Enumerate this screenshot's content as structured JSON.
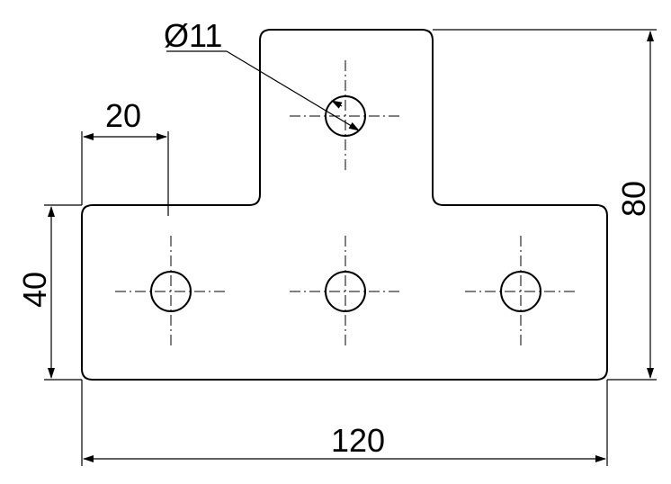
{
  "colors": {
    "line": "#000000",
    "background": "#ffffff"
  },
  "dimensions": {
    "hole_diameter": "Ø11",
    "hole_offset": "20",
    "bottom_height": "40",
    "total_height": "80",
    "total_width": "120"
  }
}
